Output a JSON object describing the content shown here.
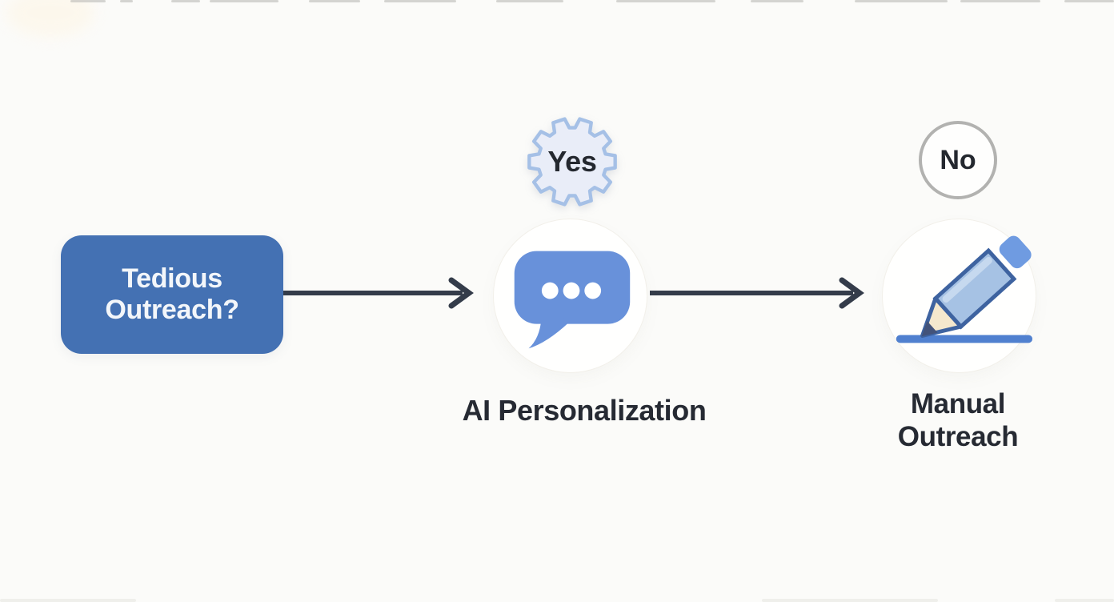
{
  "diagram": {
    "start": {
      "line1": "Tedious",
      "line2": "Outreach?"
    },
    "branch_yes": {
      "badge_label": "Yes",
      "badge_shape": "gear",
      "icon": "chat-bubble-icon",
      "label": "AI Personalization"
    },
    "branch_no": {
      "badge_label": "No",
      "badge_shape": "circle",
      "icon": "pencil-icon",
      "label_line1": "Manual",
      "label_line2": "Outreach"
    },
    "colors": {
      "background": "#fbfbf9",
      "node_blue": "#4471b3",
      "node_text": "#f3f6fa",
      "arrow": "#343c4a",
      "gear_fill": "#e9edf8",
      "gear_stroke": "#a5c0e6",
      "badge_text": "#24282f",
      "no_circle_border": "#b2b2b0",
      "chat_bubble_blue": "#6891da",
      "pencil_body_blue": "#a6c2e4",
      "pencil_outline_blue": "#3e63a0",
      "pencil_tip_cream": "#f4e8cd",
      "pencil_eraser_blue": "#6f9be1",
      "underline_blue": "#5080cf",
      "label_text": "#262a33"
    }
  }
}
